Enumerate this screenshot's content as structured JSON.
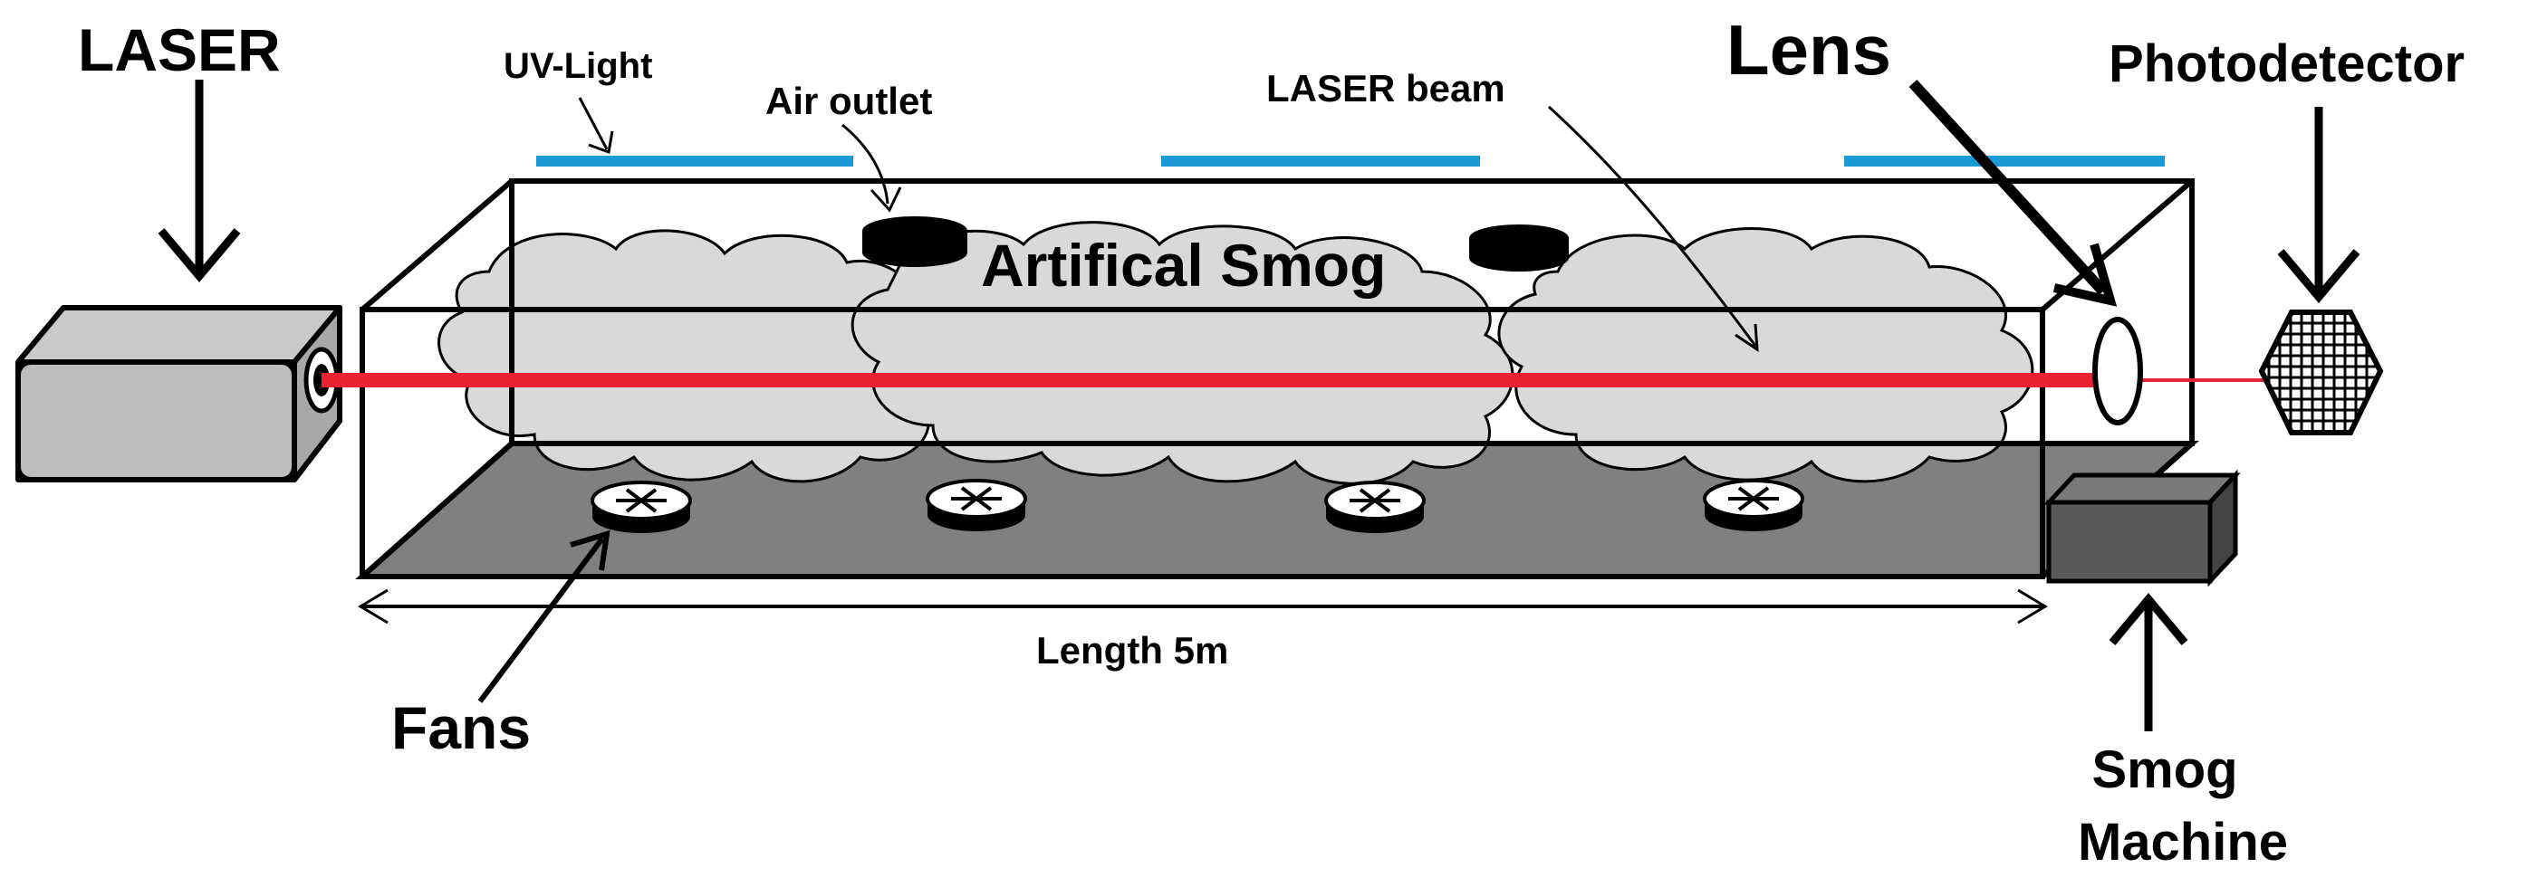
{
  "labels": {
    "laser": "LASER",
    "uv_light": "UV-Light",
    "air_outlet": "Air outlet",
    "laser_beam": "LASER beam",
    "lens": "Lens",
    "photodetector": "Photodetector",
    "artificial_smog": "Artifical Smog",
    "length": "Length 5m",
    "fans": "Fans",
    "smog_machine_line1": "Smog",
    "smog_machine_line2": "Machine"
  },
  "colors": {
    "uv_light": "#1a9ad6",
    "laser_beam": "#e8222f",
    "floor": "#808080",
    "smog": "#d9d9d9",
    "laser_body": "#bdbdbd",
    "smog_machine": "#595959",
    "outline": "#000000"
  },
  "icons": {
    "fan": "fan-icon",
    "photodetector": "grid-hexagon-icon",
    "lens": "ellipse-lens-icon"
  }
}
